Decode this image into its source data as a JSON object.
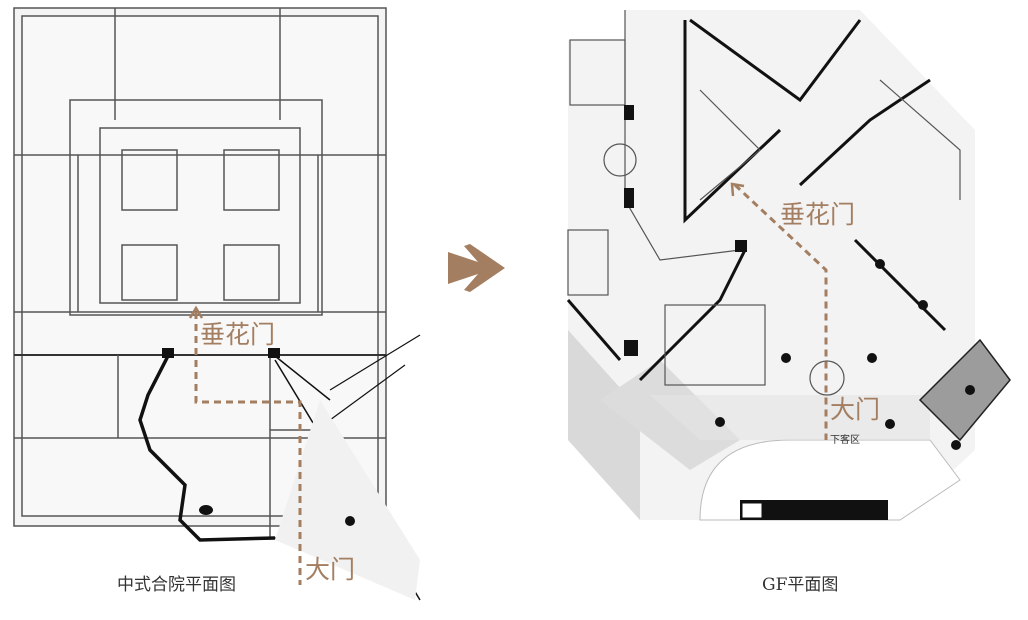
{
  "left_plan": {
    "caption": "中式合院平面图",
    "label_inner_gate": "垂花门",
    "label_main_gate": "大门"
  },
  "right_plan": {
    "caption": "GF平面图",
    "label_inner_gate": "垂花门",
    "label_main_gate": "大门",
    "label_dropoff": "下客区"
  },
  "colors": {
    "accent": "#a47e60",
    "line": "#222222"
  },
  "transition_icon": "arrow-right-icon"
}
